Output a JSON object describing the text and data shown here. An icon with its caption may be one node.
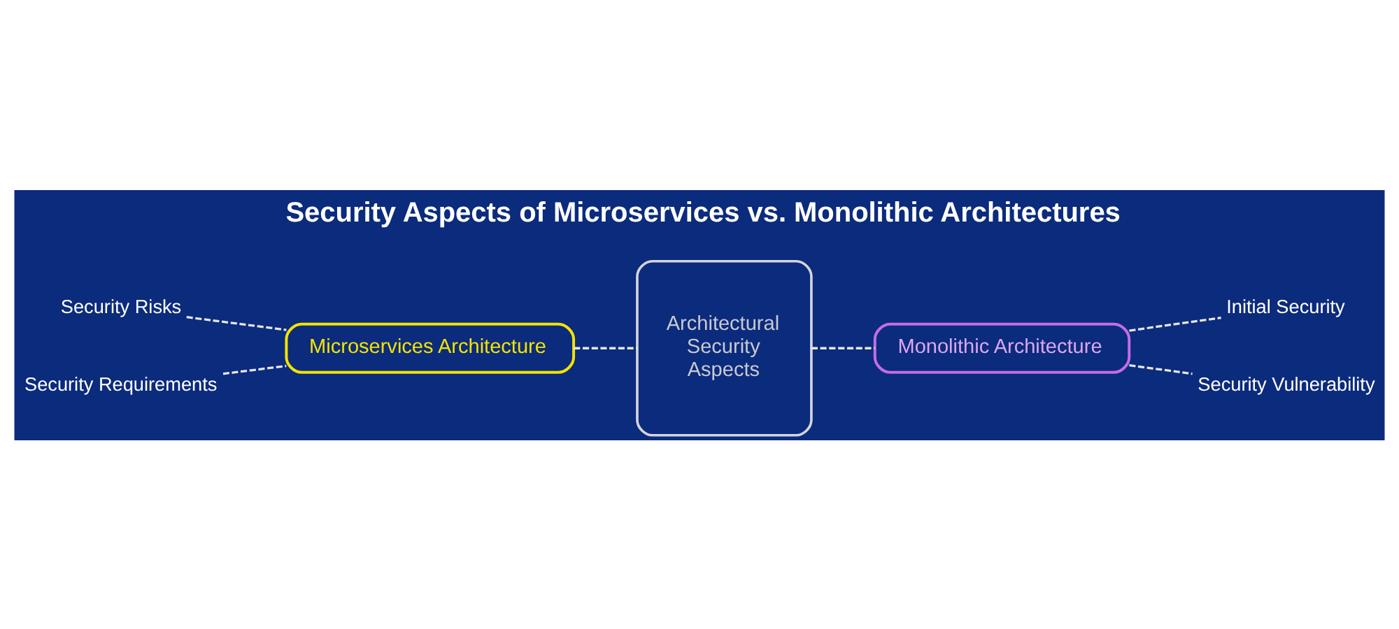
{
  "diagram": {
    "title": "Security Aspects of Microservices vs. Monolithic Architectures",
    "nodes": [
      {
        "text": [
          "Microservices Architecture"
        ]
      },
      {
        "text": [
          "Security Risks"
        ]
      },
      {
        "text": [
          "Security Requirements"
        ]
      },
      {
        "text": [
          "Architectural Security Aspects"
        ]
      },
      {
        "text": [
          "Monolithic Architecture"
        ]
      },
      {
        "text": [
          "Initial Security"
        ]
      },
      {
        "text": [
          "Security Vulnerability"
        ]
      }
    ],
    "edges": [
      {
        "from": 1,
        "to": 0,
        "arrow": "none",
        "style": "dashed"
      },
      {
        "from": 2,
        "to": 0,
        "arrow": "none",
        "style": "dashed"
      },
      {
        "from": 0,
        "to": 3,
        "arrow": "none",
        "style": "dashed"
      },
      {
        "from": 3,
        "to": 4,
        "arrow": "none",
        "style": "dashed"
      },
      {
        "from": 4,
        "to": 5,
        "arrow": "none",
        "style": "dashed"
      },
      {
        "from": 4,
        "to": 6,
        "arrow": "none",
        "style": "dashed"
      }
    ]
  }
}
